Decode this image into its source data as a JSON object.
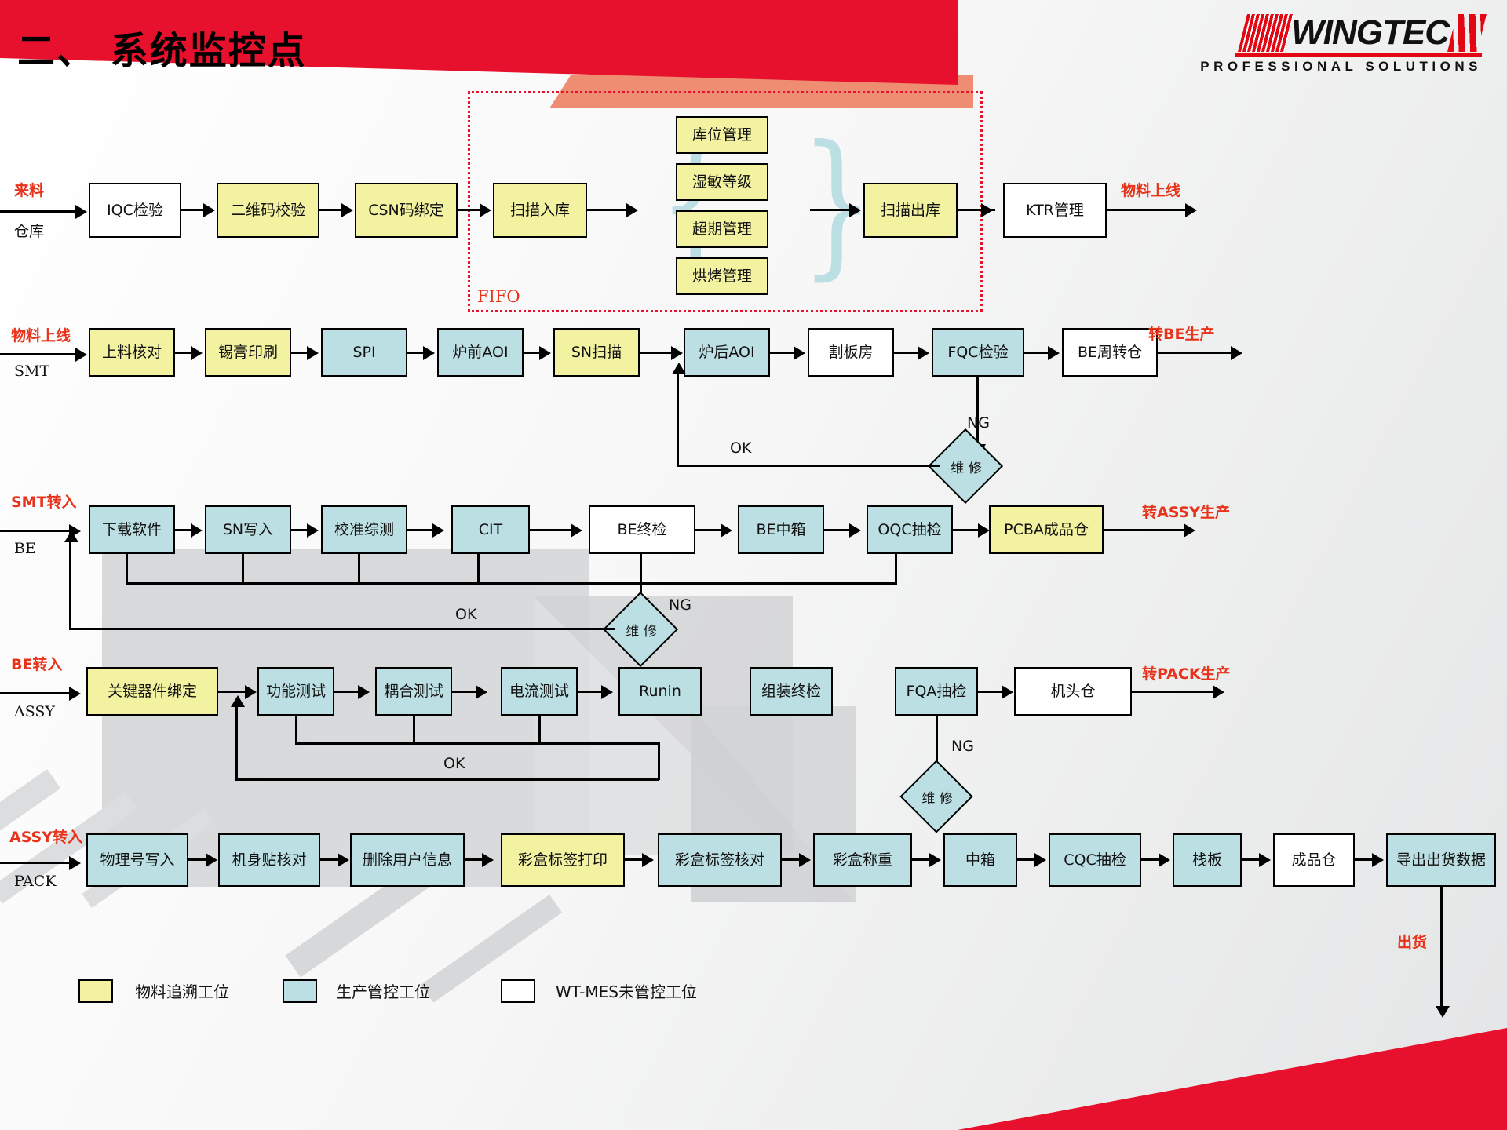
{
  "header": {
    "title": "二、  系统监控点",
    "logo_text": "WINGTEC",
    "logo_tagline": "PROFESSIONAL SOLUTIONS",
    "brand_red": "#e8112d"
  },
  "colors": {
    "material_trace": "#f2f2a0",
    "production_control": "#bcdfe3",
    "unmanaged": "#ffffff",
    "accent_red": "#e8331b"
  },
  "rows": {
    "warehouse": {
      "in_label": "来料",
      "stage_label": "仓库",
      "out_label": "物料上线",
      "fifo_label": "FIFO",
      "nodes": [
        {
          "label": "IQC检验",
          "type": "white"
        },
        {
          "label": "二维码校验",
          "type": "yellow"
        },
        {
          "label": "CSN码绑定",
          "type": "yellow"
        },
        {
          "label": "扫描入库",
          "type": "yellow"
        },
        {
          "label": "扫描出库",
          "type": "yellow"
        },
        {
          "label": "KTR管理",
          "type": "white"
        }
      ],
      "fifo_group": [
        {
          "label": "库位管理",
          "type": "yellow"
        },
        {
          "label": "湿敏等级",
          "type": "yellow"
        },
        {
          "label": "超期管理",
          "type": "yellow"
        },
        {
          "label": "烘烤管理",
          "type": "yellow"
        }
      ]
    },
    "smt": {
      "in_label": "物料上线",
      "stage_label": "SMT",
      "out_label": "转BE生产",
      "ok_label": "OK",
      "ng_label": "NG",
      "repair_label": "维 修",
      "nodes": [
        {
          "label": "上料核对",
          "type": "yellow"
        },
        {
          "label": "锡膏印刷",
          "type": "yellow"
        },
        {
          "label": "SPI",
          "type": "blue"
        },
        {
          "label": "炉前AOI",
          "type": "blue"
        },
        {
          "label": "SN扫描",
          "type": "yellow"
        },
        {
          "label": "炉后AOI",
          "type": "blue"
        },
        {
          "label": "割板房",
          "type": "white"
        },
        {
          "label": "FQC检验",
          "type": "blue"
        },
        {
          "label": "BE周转仓",
          "type": "white"
        }
      ]
    },
    "be": {
      "in_label": "SMT转入",
      "stage_label": "BE",
      "out_label": "转ASSY生产",
      "ok_label": "OK",
      "ng_label": "NG",
      "repair_label": "维 修",
      "nodes": [
        {
          "label": "下载软件",
          "type": "blue"
        },
        {
          "label": "SN写入",
          "type": "blue"
        },
        {
          "label": "校准综测",
          "type": "blue"
        },
        {
          "label": "CIT",
          "type": "blue"
        },
        {
          "label": "BE终检",
          "type": "white"
        },
        {
          "label": "BE中箱",
          "type": "blue"
        },
        {
          "label": "OQC抽检",
          "type": "blue"
        },
        {
          "label": "PCBA成品仓",
          "type": "yellow"
        }
      ]
    },
    "assy": {
      "in_label": "BE转入",
      "stage_label": "ASSY",
      "out_label": "转PACK生产",
      "ok_label": "OK",
      "ng_label": "NG",
      "repair_label": "维 修",
      "nodes": [
        {
          "label": "关键器件绑定",
          "type": "yellow"
        },
        {
          "label": "功能测试",
          "type": "blue"
        },
        {
          "label": "耦合测试",
          "type": "blue"
        },
        {
          "label": "电流测试",
          "type": "blue"
        },
        {
          "label": "Runin",
          "type": "blue"
        },
        {
          "label": "组装终检",
          "type": "blue"
        },
        {
          "label": "FQA抽检",
          "type": "blue"
        },
        {
          "label": "机头仓",
          "type": "white"
        }
      ]
    },
    "pack": {
      "in_label": "ASSY转入",
      "stage_label": "PACK",
      "out_label": "出货",
      "nodes": [
        {
          "label": "物理号写入",
          "type": "blue"
        },
        {
          "label": "机身贴核对",
          "type": "blue"
        },
        {
          "label": "删除用户信息",
          "type": "blue"
        },
        {
          "label": "彩盒标签打印",
          "type": "yellow"
        },
        {
          "label": "彩盒标签核对",
          "type": "blue"
        },
        {
          "label": "彩盒称重",
          "type": "blue"
        },
        {
          "label": "中箱",
          "type": "blue"
        },
        {
          "label": "CQC抽检",
          "type": "blue"
        },
        {
          "label": "栈板",
          "type": "blue"
        },
        {
          "label": "成品仓",
          "type": "white"
        },
        {
          "label": "导出出货数据",
          "type": "blue"
        }
      ]
    }
  },
  "legend": [
    {
      "label": "物料追溯工位",
      "type": "yellow"
    },
    {
      "label": "生产管控工位",
      "type": "blue"
    },
    {
      "label": "WT-MES未管控工位",
      "type": "white"
    }
  ]
}
